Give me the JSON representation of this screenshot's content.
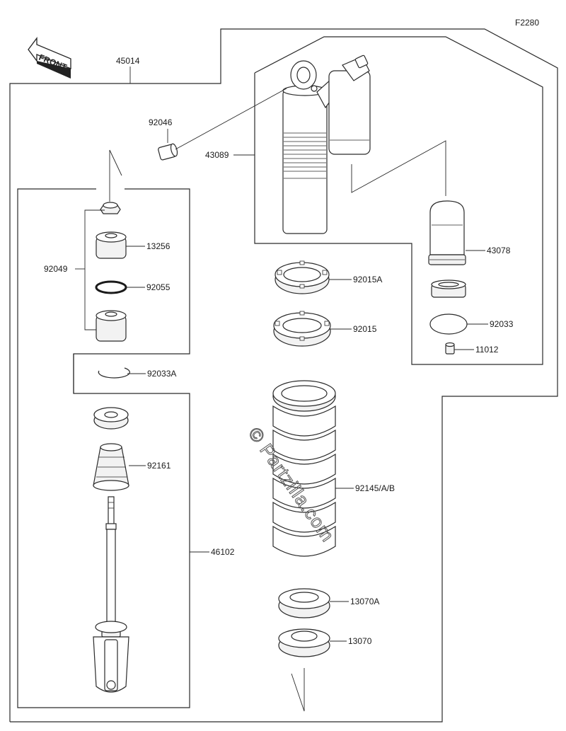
{
  "figure_code": "F2280",
  "front_label": "FRONT",
  "watermark": "© Partzilla.com",
  "parts": {
    "assembly": "45014",
    "bushing": "92046",
    "shock_body": "43089",
    "reservoir_bladder": "43078",
    "nut": "13256",
    "piston_group": "92049",
    "o_ring": "92055",
    "lock_nut_a": "92015A",
    "lock_nut": "92015",
    "circlip_reservoir": "92033",
    "valve_cap": "11012",
    "circlip": "92033A",
    "bump_rubber": "92161",
    "spring": "92145/A/B",
    "rod": "46102",
    "spring_guide_a": "13070A",
    "spring_guide": "13070"
  }
}
